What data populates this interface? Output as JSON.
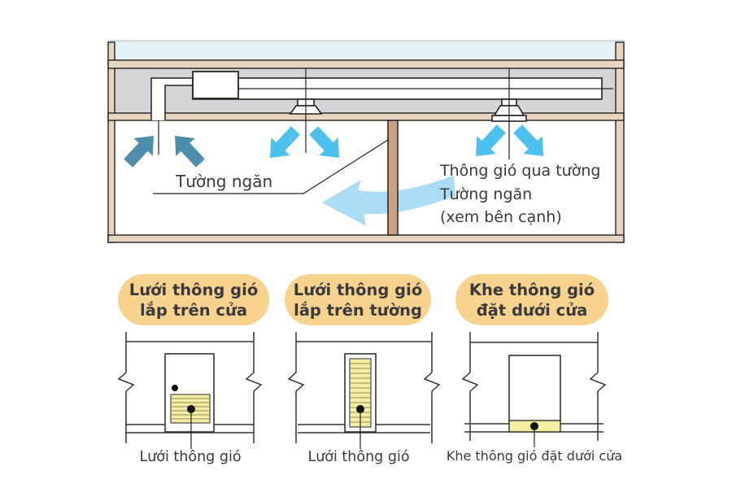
{
  "figure": {
    "top": {
      "partition_label": "Tường ngăn",
      "note_line1": "Thông gió qua tường",
      "note_line2": "Tường ngăn",
      "note_line3": "(xem bên cạnh)"
    },
    "panels": [
      {
        "badge_line1": "Lưới thông gió",
        "badge_line2": "lắp trên cửa",
        "caption": "Lưới thông gió"
      },
      {
        "badge_line1": "Lưới thông gió",
        "badge_line2": "lắp trên tường",
        "caption": "Lưới thông gió"
      },
      {
        "badge_line1": "Khe thông gió",
        "badge_line2": "đặt dưới cửa",
        "caption": "Khe thông gió đặt dưới cửa"
      }
    ],
    "colors": {
      "badge_bg": "#F8D28F",
      "grille_yellow": "#F4EFA3",
      "supply_arrow_blue": "#4DC0ED",
      "return_arrow_blue": "#4E8EAD",
      "crossflow_arrow_blue": "#AADCF5",
      "frame_tan": "#E8D5BF",
      "wall_tan": "#C9A183",
      "plenum_gray": "#D5D5D7",
      "window_blue": "#E4F2F6",
      "room_white": "#FFFFFF",
      "text": "#3A3A3A"
    }
  }
}
